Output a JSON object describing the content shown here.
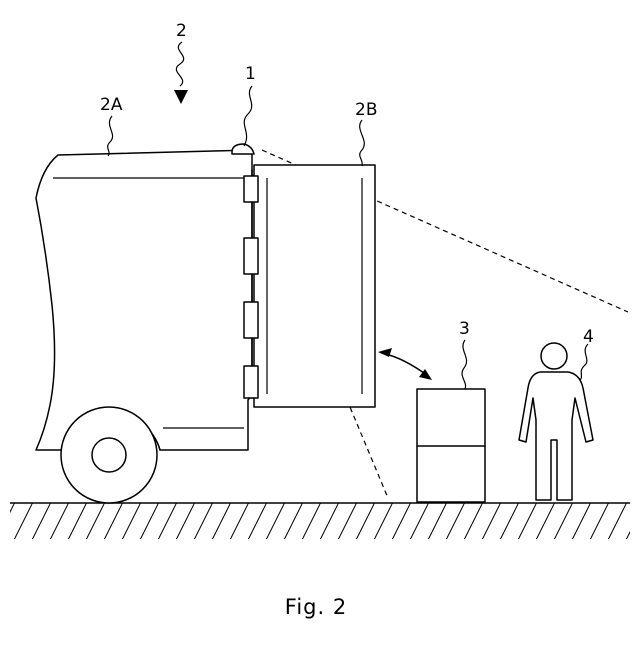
{
  "labels": {
    "vehicle": "2",
    "camera": "1",
    "cab": "2A",
    "door": "2B",
    "obstacle": "3",
    "person": "4"
  },
  "caption": "Fig. 2"
}
